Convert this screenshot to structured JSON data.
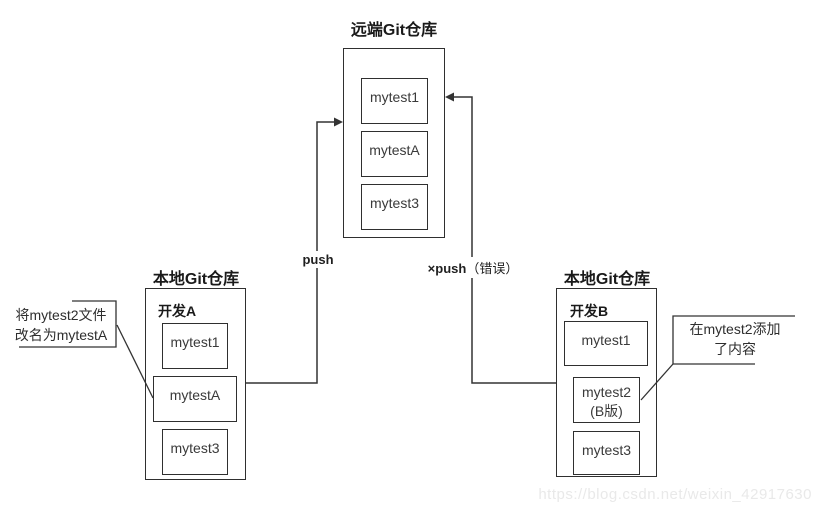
{
  "remote_repo": {
    "title": "远端Git仓库",
    "files": [
      {
        "label": "mytest1"
      },
      {
        "label": "mytestA"
      },
      {
        "label": "mytest3"
      }
    ]
  },
  "local_repo_a": {
    "title": "本地Git仓库",
    "dev_label": "开发A",
    "files": [
      {
        "label": "mytest1"
      },
      {
        "label": "mytestA"
      },
      {
        "label": "mytest3"
      }
    ]
  },
  "local_repo_b": {
    "title": "本地Git仓库",
    "dev_label": "开发B",
    "files": [
      {
        "label": "mytest1"
      },
      {
        "label": "mytest2",
        "sublabel": "(B版)"
      },
      {
        "label": "mytest3"
      }
    ]
  },
  "connectors": {
    "push_label": "push",
    "error_push_label": "×push",
    "error_push_suffix": "（错误）"
  },
  "annotations": {
    "rename_note": {
      "line1": "将mytest2文件",
      "line2": "改名为mytestA"
    },
    "append_note": {
      "line1": "在mytest2添加",
      "line2": "了内容"
    }
  },
  "watermark": "https://blog.csdn.net/weixin_42917630",
  "colors": {
    "line": "#333333",
    "box_border": "#2f2f2f",
    "box_text": "#3a3a3a",
    "title_text": "#1a1a1a",
    "watermark": "#e9e9e9"
  }
}
